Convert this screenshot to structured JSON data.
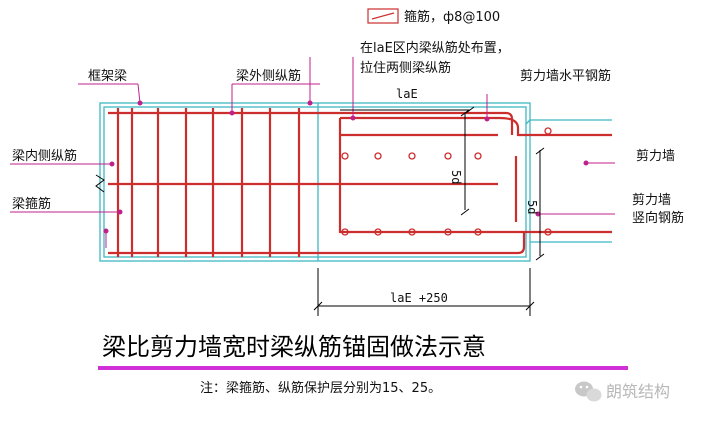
{
  "labels": {
    "stirrup_legend": "箍筋，ф8@100",
    "lae_note_line1": "在laE区内梁纵筋处布置，",
    "lae_note_line2": "拉住两侧梁纵筋",
    "frame_beam": "框架梁",
    "beam_outer_long_bar": "梁外侧纵筋",
    "wall_horizontal_bar": "剪力墙水平钢筋",
    "beam_inner_long_bar": "梁内侧纵筋",
    "shear_wall": "剪力墙",
    "beam_stirrup": "梁箍筋",
    "wall_vertical_bar_line1": "剪力墙",
    "wall_vertical_bar_line2": "竖向钢筋"
  },
  "dimensions": {
    "lae": "laE",
    "five_d_upper": "5d",
    "five_d_right": "5d",
    "bottom": "laE +250"
  },
  "title": "梁比剪力墙宽时梁纵筋锚固做法示意",
  "note": "注：梁箍筋、纵筋保护层分别为15、25。",
  "brand": {
    "text": "朗筑结构",
    "icon": "wechat-icon"
  },
  "colors": {
    "rebar": "#cc2d2d",
    "outline": "#3fb8c4",
    "leader": "#c0208a",
    "title_underline": "#d12fd8",
    "dim": "#000000"
  }
}
